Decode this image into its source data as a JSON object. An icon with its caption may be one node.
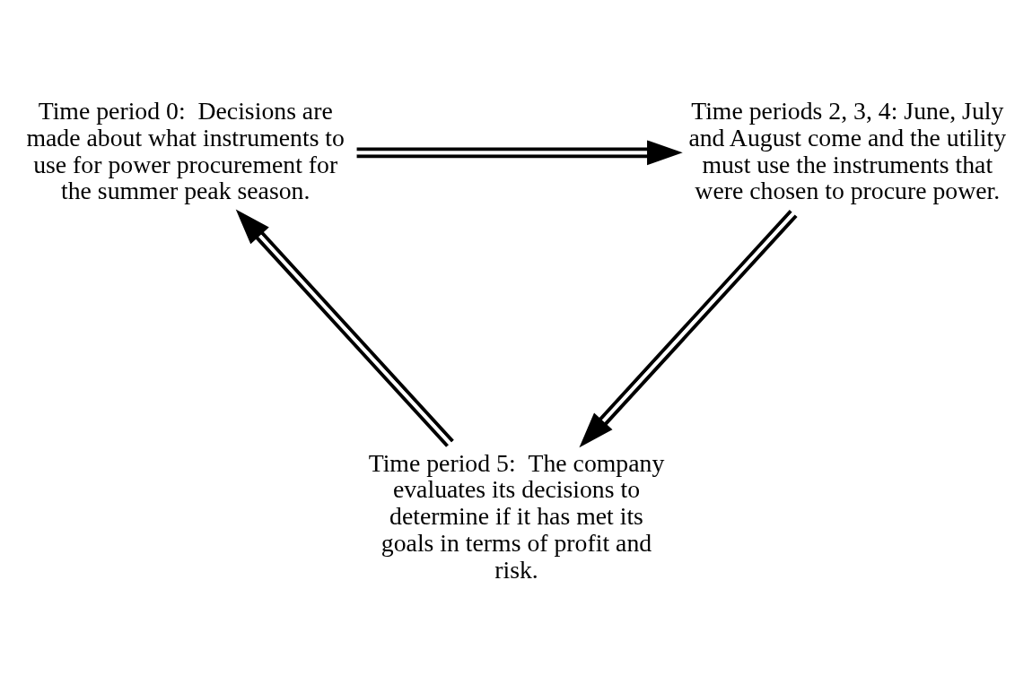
{
  "diagram": {
    "nodes": [
      {
        "text": [
          "Time period 0:  Decisions are made about what instruments to use for power procurement for the summer peak season."
        ]
      },
      {
        "text": [
          "Time periods 2, 3, 4: June, July and August come and the utility must use the instruments that were chosen to procure power."
        ]
      },
      {
        "text": [
          "Time period 5:  The company evaluates its decisions to determine if it has met its goals in terms of profit and risk."
        ]
      }
    ],
    "edges": [
      {
        "from": 0,
        "to": 1,
        "arrow": "to"
      },
      {
        "from": 1,
        "to": 2,
        "arrow": "to"
      },
      {
        "from": 2,
        "to": 0,
        "arrow": "to"
      }
    ]
  }
}
